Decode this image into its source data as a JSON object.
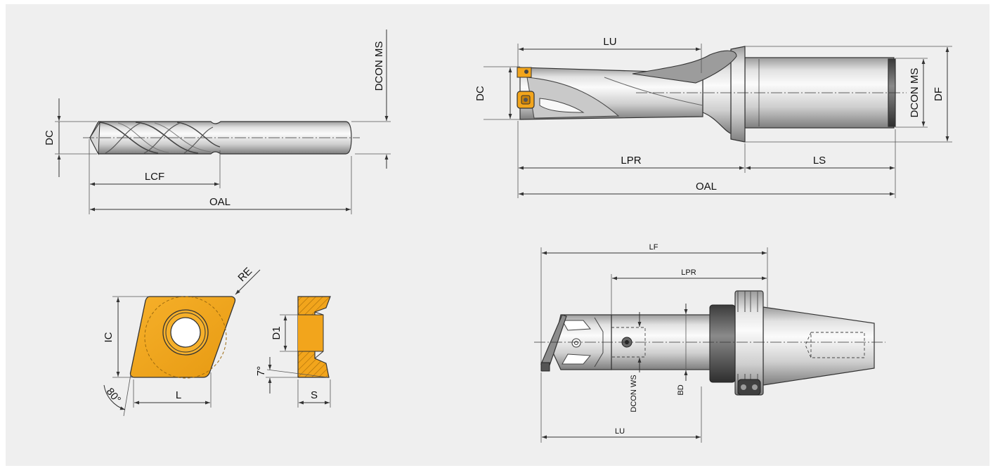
{
  "colors": {
    "panel": "#efefef",
    "insert": "#f2a51c",
    "insert_dark": "#c9820a",
    "steel_light": "#f4f4f4",
    "steel_dark": "#8a8a8a",
    "band": "#575757"
  },
  "drill": {
    "labels": {
      "dc": "DC",
      "dcon_ms": "DCON MS",
      "lcf": "LCF",
      "oal": "OAL"
    }
  },
  "indexable_drill": {
    "labels": {
      "lu": "LU",
      "dc": "DC",
      "dcon_ms": "DCON MS",
      "df": "DF",
      "lpr": "LPR",
      "ls": "LS",
      "oal": "OAL"
    }
  },
  "insert": {
    "labels": {
      "re": "RE",
      "ic": "IC",
      "angle": "80°",
      "l": "L"
    }
  },
  "insert_side": {
    "labels": {
      "d1": "D1",
      "angle": "7°",
      "s": "S"
    }
  },
  "boring_bar": {
    "labels": {
      "lf": "LF",
      "lpr": "LPR",
      "dcon_ws": "DCON WS",
      "bd": "BD",
      "lu": "LU"
    }
  }
}
